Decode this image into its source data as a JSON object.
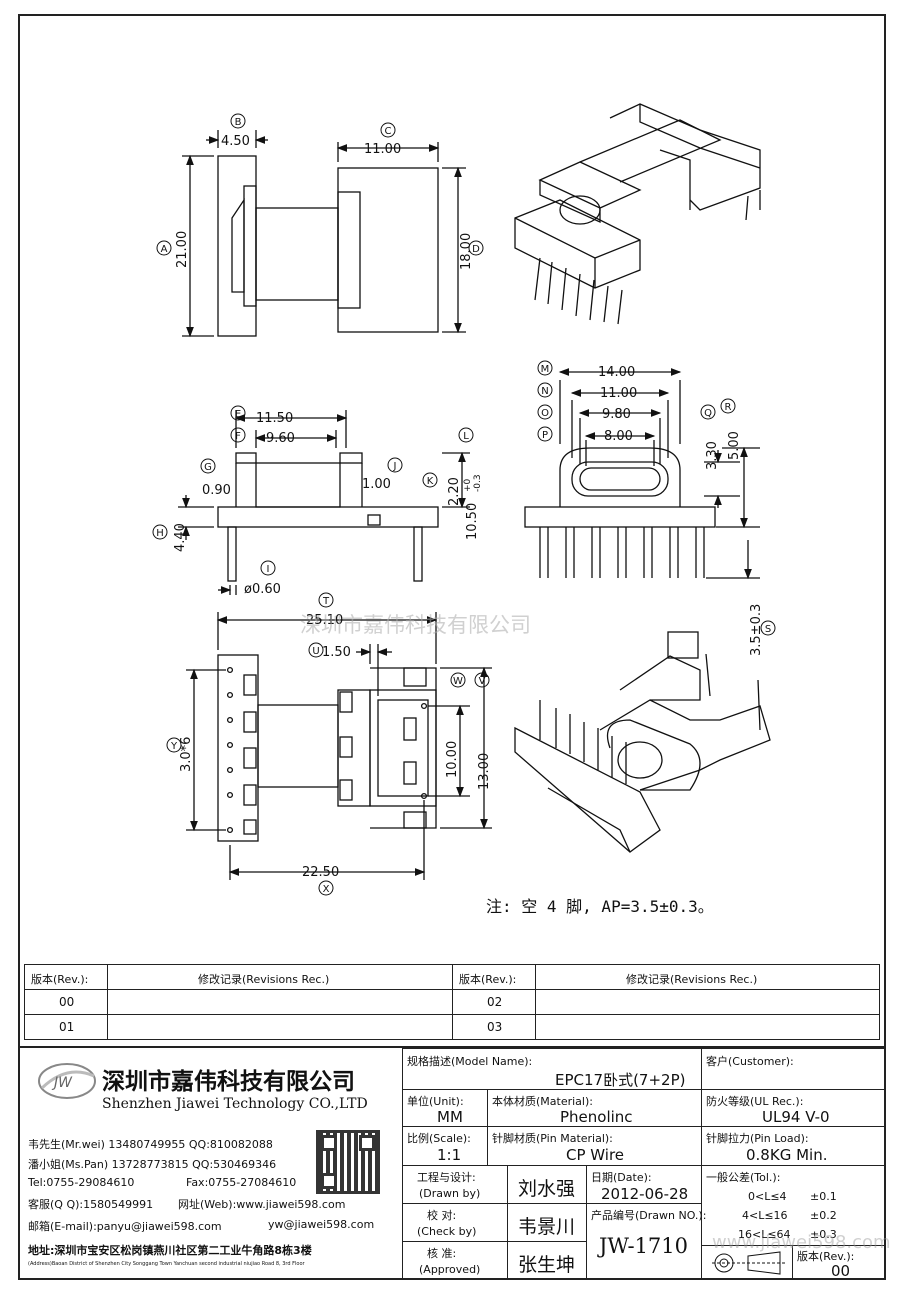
{
  "dims": {
    "A": "21.00",
    "B": "4.50",
    "C": "11.00",
    "D": "18.00",
    "E": "11.50",
    "F": "9.60",
    "G": "0.90",
    "H": "4.40",
    "I": "ø0.60",
    "J": "1.00",
    "K": "2.20",
    "L": "10.50",
    "L_tol_plus": "+0",
    "L_tol_minus": "-0.3",
    "M": "14.00",
    "N": "11.00",
    "O": "9.80",
    "P": "8.00",
    "Q": "3.30",
    "R": "5.00",
    "S": "3.5±0.3",
    "T": "25.10",
    "U": "1.50",
    "W": "10.00",
    "V": "13.00",
    "X": "22.50",
    "Y": "3.0*6"
  },
  "letters": [
    "A",
    "B",
    "C",
    "D",
    "E",
    "F",
    "G",
    "H",
    "I",
    "J",
    "K",
    "L",
    "M",
    "N",
    "O",
    "P",
    "Q",
    "R",
    "S",
    "T",
    "U",
    "V",
    "W",
    "X",
    "Y"
  ],
  "watermark": "深圳市嘉伟科技有限公司",
  "note": "注: 空 4 脚, AP=3.5±0.3。",
  "revisions": {
    "col_rev": "版本(Rev.):",
    "col_rec": "修改记录(Revisions Rec.)",
    "rows": [
      {
        "left": "00",
        "right": "02"
      },
      {
        "left": "01",
        "right": "03"
      }
    ]
  },
  "company": {
    "name_cn": "深圳市嘉伟科技有限公司",
    "name_en": "Shenzhen Jiawei Technology CO.,LTD",
    "logo_text": "JW",
    "contact1": "韦先生(Mr.wei) 13480749955 QQ:810082088",
    "contact2": "潘小姐(Ms.Pan) 13728773815 QQ:530469346",
    "tel": "Tel:0755-29084610",
    "fax": "Fax:0755-27084610",
    "qq": "客服(Q Q):1580549991",
    "web": "网址(Web):www.jiawei598.com",
    "email": "邮箱(E-mail):panyu@jiawei598.com",
    "email2": "yw@jiawei598.com",
    "addr_cn": "地址:深圳市宝安区松岗镇燕川社区第二工业牛角路8栋3楼",
    "addr_en": "(Address)Baoan District of Shenzhen City Songgang Town Yanchuan second industrial niujiao Road 8, 3rd Floor"
  },
  "title_block": {
    "model_label": "规格描述(Model Name):",
    "model_value": "EPC17卧式(7+2P)",
    "customer_label": "客户(Customer):",
    "unit_label": "单位(Unit):",
    "unit_value": "MM",
    "material_label": "本体材质(Material):",
    "material_value": "Phenolinc",
    "ul_label": "防火等级(UL Rec.):",
    "ul_value": "UL94 V-0",
    "scale_label": "比例(Scale):",
    "scale_value": "1:1",
    "pin_material_label": "针脚材质(Pin Material):",
    "pin_material_value": "CP Wire",
    "pin_load_label": "针脚拉力(Pin Load):",
    "pin_load_value": "0.8KG Min.",
    "drawn_label_cn": "工程与设计:",
    "drawn_label_en": "(Drawn by)",
    "drawn_value": "刘水强",
    "date_label": "日期(Date):",
    "date_value": "2012-06-28",
    "check_label_cn": "校  对:",
    "check_label_en": "(Check by)",
    "check_value": "韦景川",
    "drawn_no_label": "产品编号(Drawn NO.):",
    "drawn_no_value": "JW-1710",
    "approve_label_cn": "核  准:",
    "approve_label_en": "(Approved)",
    "approve_value": "张生坤",
    "tol_label": "一般公差(Tol.):",
    "tol_rows": [
      {
        "range": "0<L≤4",
        "value": "±0.1"
      },
      {
        "range": "4<L≤16",
        "value": "±0.2"
      },
      {
        "range": "16<L≤64",
        "value": "±0.3"
      }
    ],
    "rev_label": "版本(Rev.):",
    "rev_value": "00",
    "site_watermark": "www.jiawei598.com"
  }
}
